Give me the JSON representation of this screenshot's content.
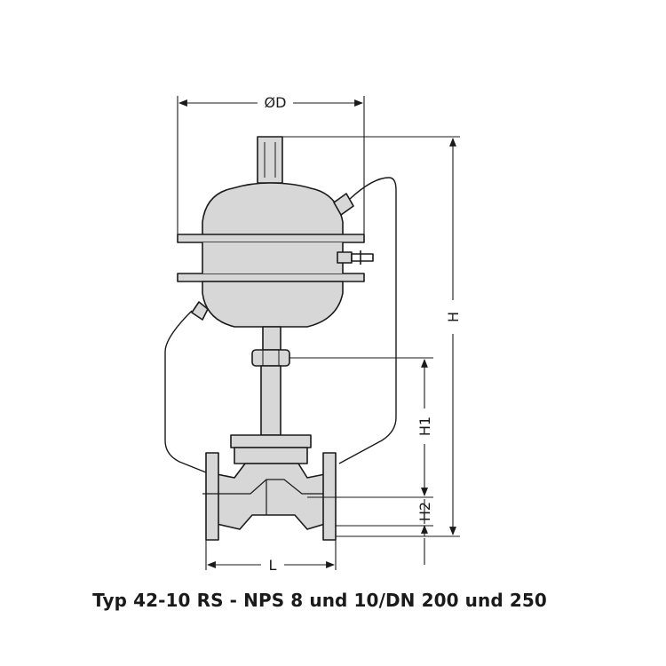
{
  "diagram": {
    "labels": {
      "diameter": "ØD",
      "height_total": "H",
      "height_1": "H1",
      "height_2": "H2",
      "length": "L"
    },
    "caption": "Typ 42-10 RS - NPS 8 und 10/DN 200 und 250",
    "colors": {
      "body_fill": "#d7d7d7",
      "stroke": "#1a1a1a",
      "background": "#ffffff"
    }
  }
}
